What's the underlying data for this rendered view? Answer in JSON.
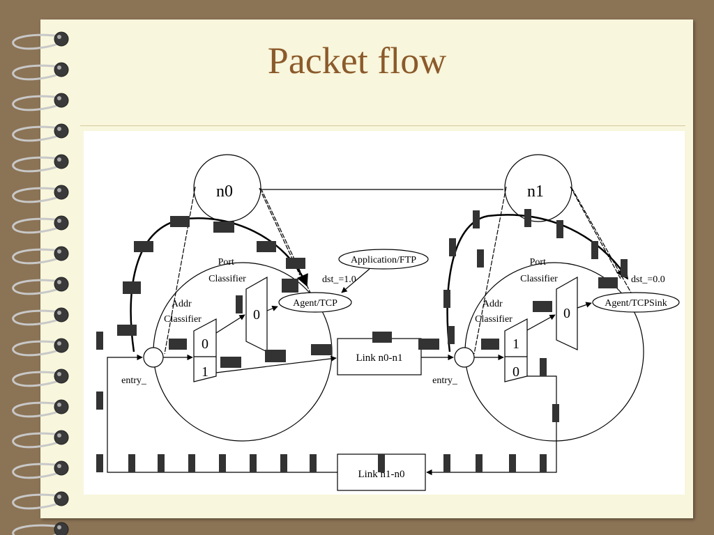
{
  "slide": {
    "title": "Packet flow"
  },
  "diagram": {
    "nodes": {
      "n0": "n0",
      "n1": "n1"
    },
    "labels": {
      "port_classifier_0": "Port\nClassifier",
      "addr_classifier_0": "Addr\nClassifier",
      "port_classifier_1": "Port\nClassifier",
      "addr_classifier_1": "Addr\nClassifier",
      "entry_0": "entry_",
      "entry_1": "entry_",
      "dst_0": "dst_=1.0",
      "dst_1": "dst_=0.0",
      "addr0_out0": "0",
      "addr0_out1": "1",
      "port0_out": "0",
      "addr1_out1": "1",
      "addr1_out0": "0",
      "port1_out": "0"
    },
    "agents": {
      "app": "Application/FTP",
      "tcp": "Agent/TCP",
      "sink": "Agent/TCPSink"
    },
    "links": {
      "fwd": "Link n0-n1",
      "rev": "Link n1-n0"
    }
  }
}
